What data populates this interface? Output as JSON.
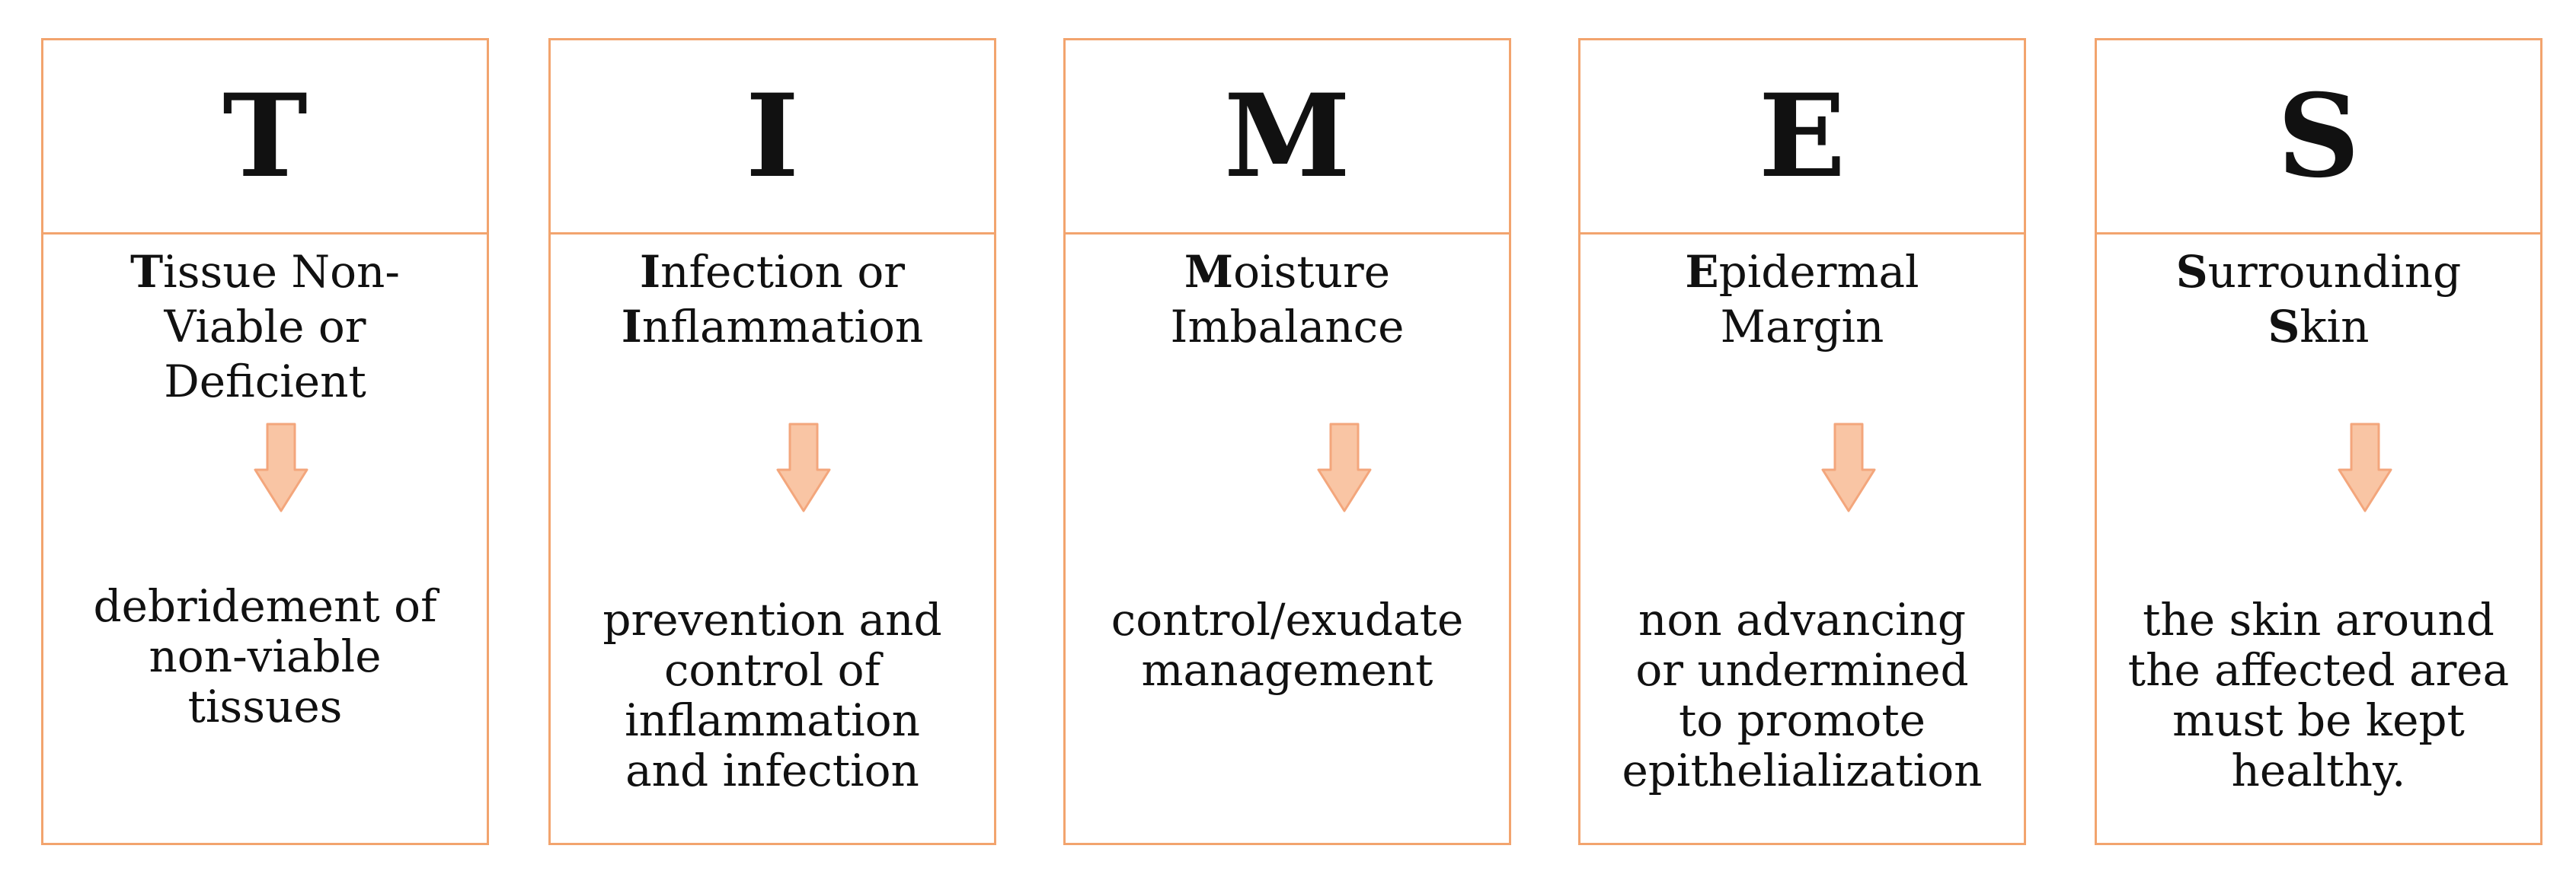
{
  "colors": {
    "border": "#f2a46e",
    "arrow_fill": "#f9c5a4",
    "arrow_stroke": "#f3a67c"
  },
  "arrow_icon": "down-arrow-icon",
  "columns": [
    {
      "letter": "T",
      "term_lines": [
        {
          "initial": "T",
          "rest": "issue Non-"
        },
        {
          "initial": "",
          "rest": "Viable or"
        },
        {
          "initial": "",
          "rest": "Deficient"
        }
      ],
      "description_lines": [
        "debridement of",
        "non-viable",
        "tissues"
      ]
    },
    {
      "letter": "I",
      "term_lines": [
        {
          "initial": "I",
          "rest": "nfection or"
        },
        {
          "initial": "I",
          "rest": "nflammation"
        }
      ],
      "description_lines": [
        "prevention and",
        "control of",
        "inflammation",
        "and infection"
      ]
    },
    {
      "letter": "M",
      "term_lines": [
        {
          "initial": "M",
          "rest": "oisture"
        },
        {
          "initial": "",
          "rest": "Imbalance"
        }
      ],
      "description_lines": [
        "control/exudate",
        "management"
      ]
    },
    {
      "letter": "E",
      "term_lines": [
        {
          "initial": "E",
          "rest": "pidermal"
        },
        {
          "initial": "",
          "rest": "Margin"
        }
      ],
      "description_lines": [
        "non advancing",
        "or undermined",
        "to promote",
        "epithelialization"
      ]
    },
    {
      "letter": "S",
      "term_lines": [
        {
          "initial": "S",
          "rest": "urrounding"
        },
        {
          "initial": "S",
          "rest": "kin"
        }
      ],
      "description_lines": [
        "the skin around",
        "the affected area",
        "must be kept",
        "healthy."
      ]
    }
  ]
}
